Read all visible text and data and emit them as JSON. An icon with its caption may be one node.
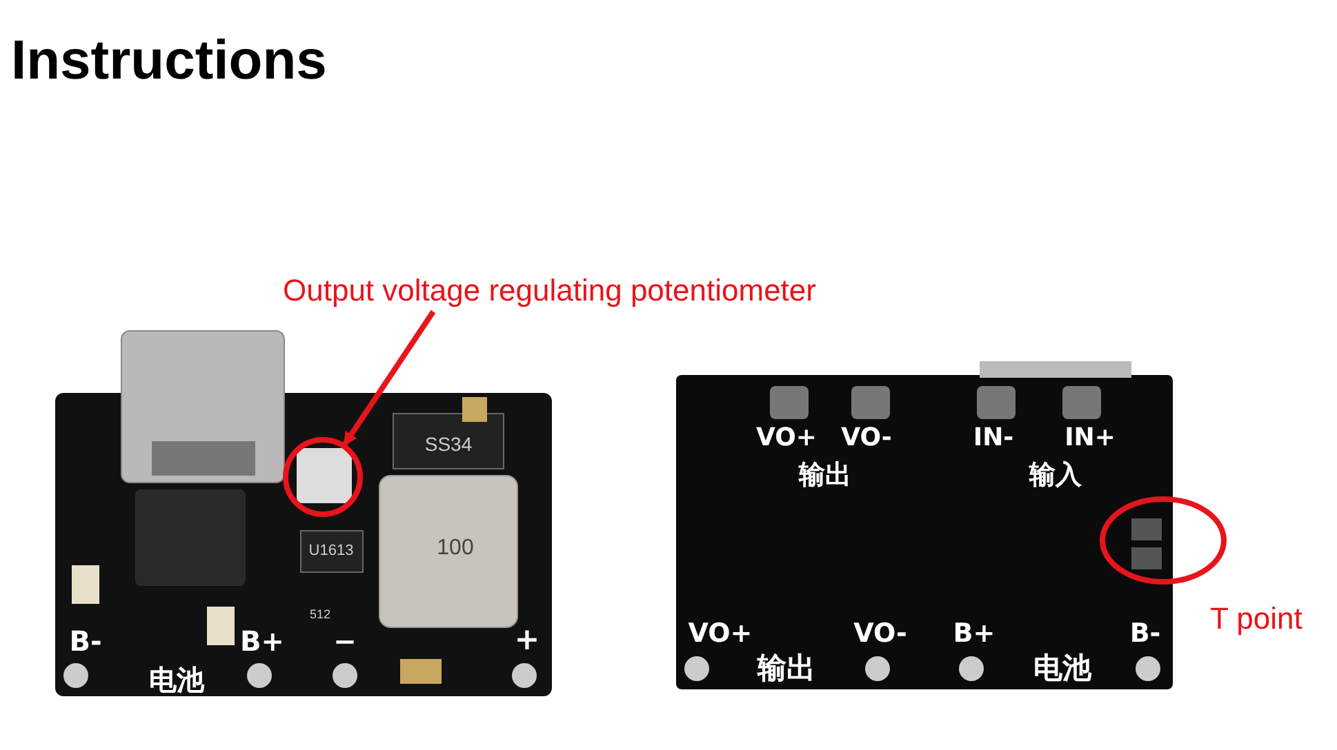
{
  "diagram": {
    "title": "Instructions",
    "nodes": [
      {
        "text": [
          "Output voltage regulating potentiometer"
        ]
      },
      {
        "text": [],
        "shape": "circle"
      },
      {
        "text": [],
        "shape": "circle",
        "beside": [
          "T point"
        ]
      }
    ],
    "edges": [
      {
        "from": 0,
        "to": 1,
        "arrow": "to"
      }
    ],
    "labels": [
      "SS34",
      "U1613",
      "100",
      "512",
      "B-",
      "B+",
      "−",
      "+",
      "电池",
      "VO+",
      "VO-",
      "IN-",
      "IN+",
      "输出",
      "输入",
      "VO+",
      "VO-",
      "B+",
      "B-",
      "输出",
      "电池"
    ]
  }
}
